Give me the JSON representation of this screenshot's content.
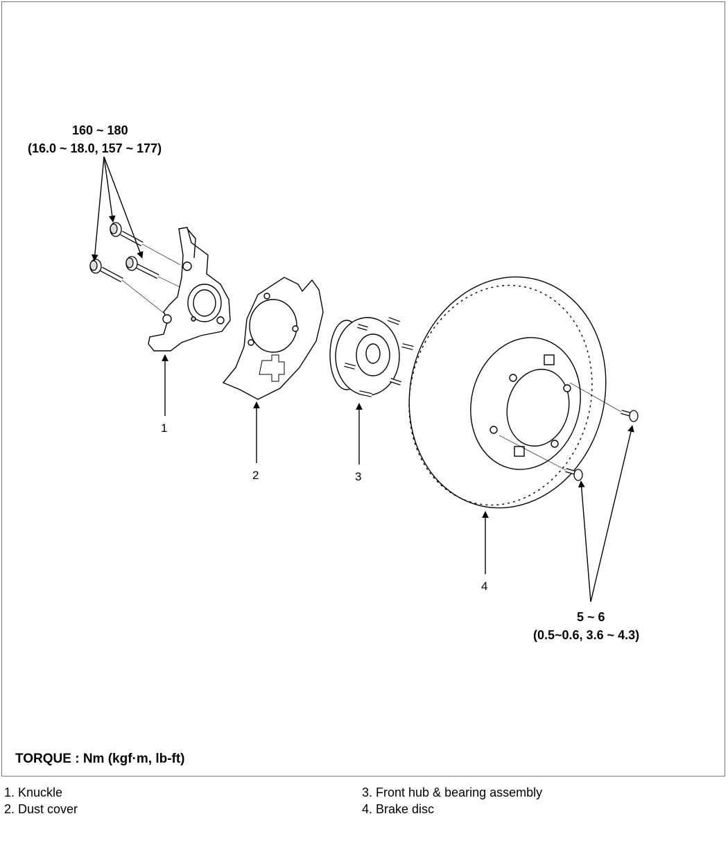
{
  "torque_specs": {
    "knuckle_bolts": {
      "line1": "160 ~ 180",
      "line2": "(16.0 ~ 18.0, 157 ~ 177)"
    },
    "disc_screws": {
      "line1": "5 ~ 6",
      "line2": "(0.5~0.6, 3.6 ~ 4.3)"
    }
  },
  "callouts": {
    "c1": "1",
    "c2": "2",
    "c3": "3",
    "c4": "4"
  },
  "torque_unit_note": "TORQUE : Nm (kgf·m, lb-ft)",
  "legend": {
    "item1": "1. Knuckle",
    "item2": "2. Dust cover",
    "item3": "3. Front hub & bearing assembly",
    "item4": "4. Brake disc"
  }
}
